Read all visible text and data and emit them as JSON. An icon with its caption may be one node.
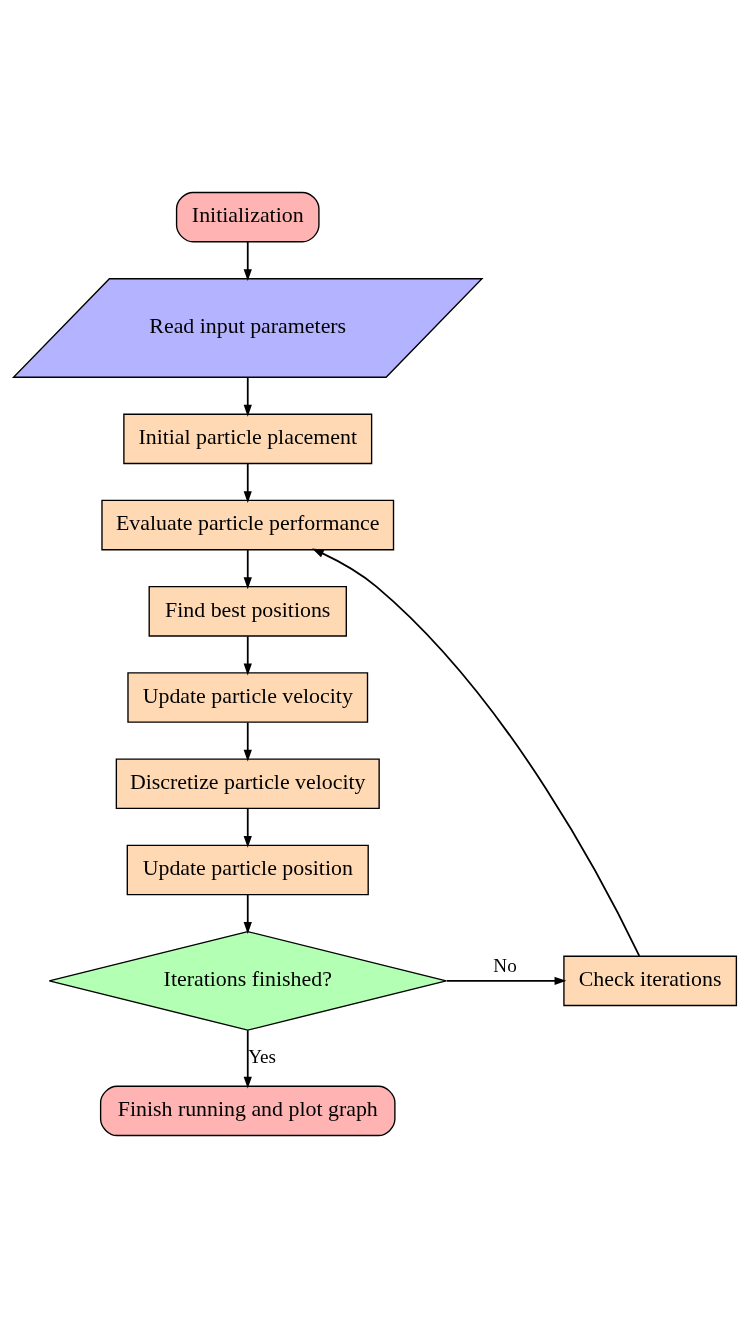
{
  "diagram": {
    "nodes": [
      {
        "text": [
          "Initialization"
        ]
      },
      {
        "text": [
          "Read input parameters"
        ]
      },
      {
        "text": [
          "Initial particle placement"
        ]
      },
      {
        "text": [
          "Evaluate particle performance"
        ]
      },
      {
        "text": [
          "Find best positions"
        ]
      },
      {
        "text": [
          "Update particle velocity"
        ]
      },
      {
        "text": [
          "Discretize particle velocity"
        ]
      },
      {
        "text": [
          "Update particle position"
        ]
      },
      {
        "text": [
          "Iterations finished?"
        ]
      },
      {
        "text": [
          "Check iterations"
        ]
      },
      {
        "text": [
          "Finish running and plot graph"
        ]
      }
    ],
    "edges": [
      {
        "from": 0,
        "to": 1,
        "arrow": "to"
      },
      {
        "from": 1,
        "to": 2,
        "arrow": "to"
      },
      {
        "from": 2,
        "to": 3,
        "arrow": "to"
      },
      {
        "from": 3,
        "to": 4,
        "arrow": "to"
      },
      {
        "from": 4,
        "to": 5,
        "arrow": "to"
      },
      {
        "from": 5,
        "to": 6,
        "arrow": "to"
      },
      {
        "from": 6,
        "to": 7,
        "arrow": "to"
      },
      {
        "from": 7,
        "to": 8,
        "arrow": "to"
      },
      {
        "from": 8,
        "to": 9,
        "arrow": "to",
        "label": "No"
      },
      {
        "from": 9,
        "to": 3,
        "arrow": "to"
      },
      {
        "from": 8,
        "to": 10,
        "arrow": "to",
        "label": "Yes"
      }
    ]
  }
}
